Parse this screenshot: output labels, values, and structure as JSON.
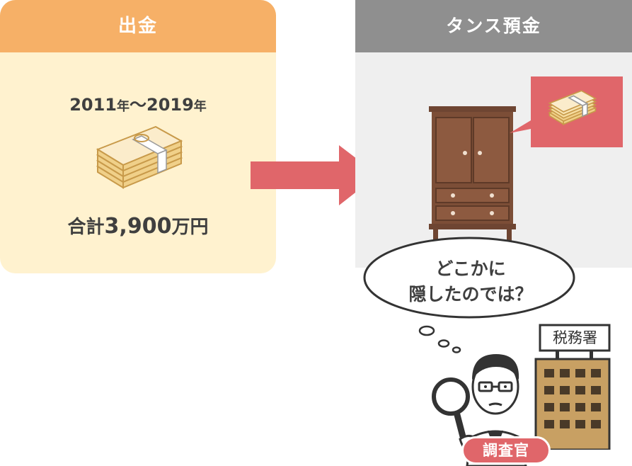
{
  "left": {
    "title": "出金",
    "period_start_year": "2011",
    "period_year_mark_1": "年",
    "period_sep": "〜",
    "period_end_year": "2019",
    "period_year_mark_2": "年",
    "total_prefix": "合計",
    "total_amount": "3,900",
    "total_unit": "万円"
  },
  "right": {
    "title": "タンス預金"
  },
  "bubble": {
    "line1": "どこかに",
    "line2": "隠したのでは？"
  },
  "tax_office": {
    "label": "税務署"
  },
  "inspector": {
    "label": "調査官"
  },
  "colors": {
    "left_header": "#f6b067",
    "left_panel": "#fff2cf",
    "right_header": "#8f8f8f",
    "right_panel": "#efefef",
    "accent_red": "#e0666a",
    "text_dark": "#3f3f3f"
  }
}
